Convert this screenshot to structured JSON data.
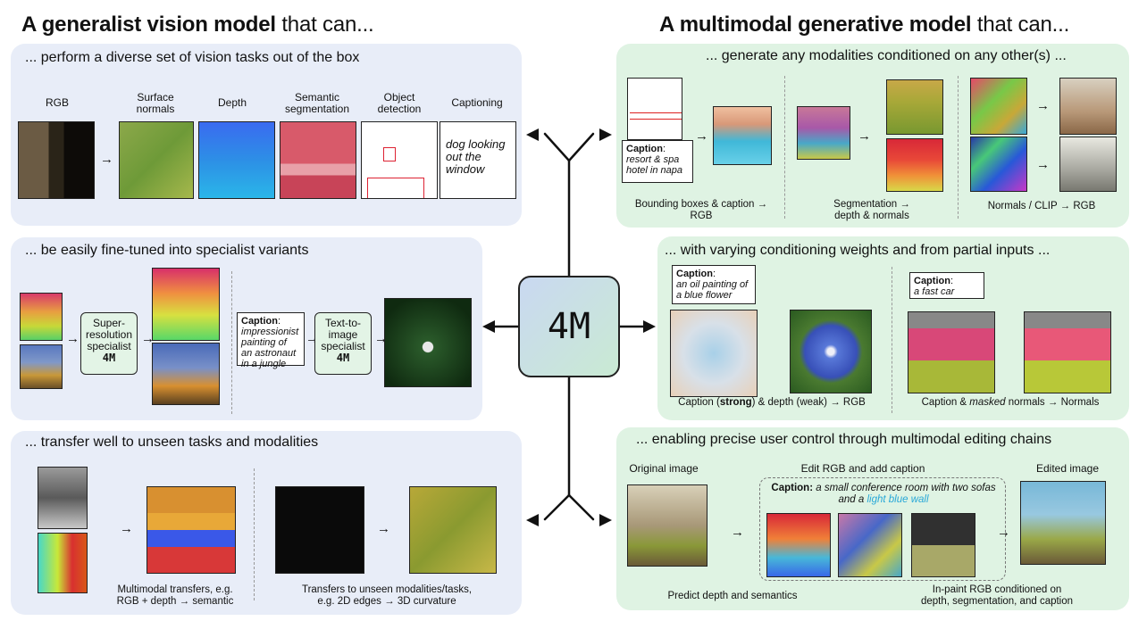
{
  "headers": {
    "left_bold": "A generalist vision model",
    "left_rest": " that can...",
    "right_bold": "A multimodal generative model",
    "right_rest": " that can..."
  },
  "core_label": "4M",
  "panel1": {
    "title": "... perform a diverse set of vision tasks out of the box",
    "labels": [
      "RGB",
      "Surface normals",
      "Depth",
      "Semantic segmentation",
      "Object detection",
      "Captioning"
    ],
    "caption_text": "dog looking out the window"
  },
  "panel2": {
    "title": "... be easily fine-tuned into specialist variants",
    "sr_specialist": "Super-resolution specialist",
    "tti_specialist": "Text-to-image specialist",
    "model_name": "4M",
    "caption_label": "Caption",
    "caption_text": "impressionist painting of an astronaut in a jungle"
  },
  "panel3": {
    "title": "... transfer well to unseen tasks and modalities",
    "caption_left_1": "Multimodal transfers, e.g.",
    "caption_left_2": "RGB + depth → semantic",
    "caption_right_1": "Transfers to unseen modalities/tasks,",
    "caption_right_2": "e.g. 2D edges → 3D curvature"
  },
  "panel4": {
    "title": "... generate any modalities conditioned on any other(s) ...",
    "caption_label": "Caption",
    "caption_text": "resort & spa hotel in napa",
    "cap_a_1": "Bounding boxes & caption →",
    "cap_a_2": "RGB",
    "cap_b_1": "Segmentation →",
    "cap_b_2": "depth & normals",
    "cap_c": "Normals / CLIP → RGB"
  },
  "panel5": {
    "title": "... with varying conditioning weights and from partial inputs ...",
    "caption_label": "Caption",
    "caption_a": "an oil painting of a blue flower",
    "caption_b": "a fast car",
    "cap_a_pre": "Caption (",
    "cap_a_strong": "strong",
    "cap_a_post": ") & depth (weak)  → RGB",
    "cap_b_pre": "Caption & ",
    "cap_b_masked": "masked",
    "cap_b_post": " normals → Normals"
  },
  "panel6": {
    "title": "... enabling precise user control through multimodal editing chains",
    "original": "Original image",
    "edit": "Edit RGB and add caption",
    "edited": "Edited image",
    "caption_label": "Caption:",
    "caption_pre": "a small conference room with two sofas and a ",
    "caption_highlight": "light blue wall",
    "predict": "Predict depth and semantics",
    "inpaint_1": "In-paint RGB conditioned on",
    "inpaint_2": "depth, segmentation, and caption"
  },
  "colors": {
    "blue_panel": "#e8edf8",
    "green_panel": "#dff3e3",
    "highlight": "#28a8d8"
  }
}
